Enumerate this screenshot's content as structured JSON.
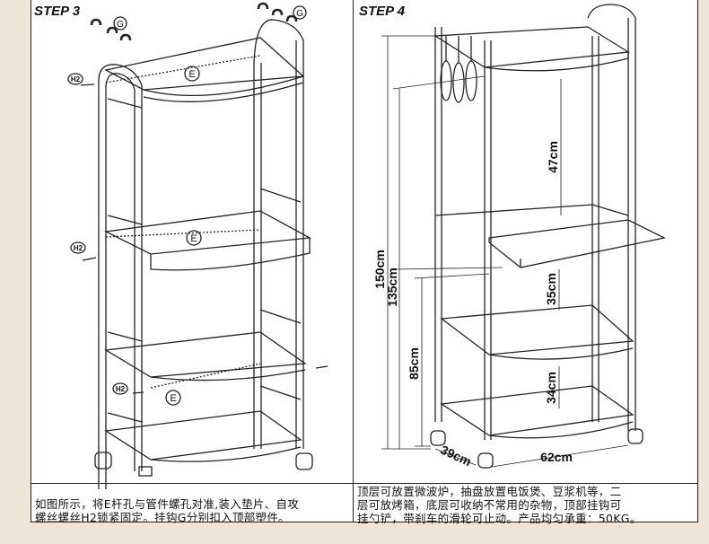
{
  "step3": {
    "title": "STEP 3",
    "labels": {
      "g": "G",
      "e": "E",
      "h2": "H2"
    },
    "caption": [
      "如图所示，将E杆孔与管件螺孔对准,装入垫片、自攻",
      "螺丝螺丝H2锁紧固定。挂钩G分别扣入顶部塑件。"
    ]
  },
  "step4": {
    "title": "STEP 4",
    "dimensions": {
      "total_height": "150cm",
      "drawer_height": "135cm",
      "second_height": "85cm",
      "gap_top": "47cm",
      "gap_mid": "35cm",
      "gap_bottom": "34cm",
      "depth": "39cm",
      "width": "62cm"
    },
    "caption": [
      "顶层可放置微波炉，抽盘放置电饭煲、豆浆机等，二",
      "层可放烤箱，底层可收纳不常用的杂物，顶部挂钩可",
      "挂勺铲，带刹车的滑轮可止动。产品均匀承重：50KG。"
    ]
  },
  "colors": {
    "line": "#222222",
    "background": "#efe4d6"
  }
}
